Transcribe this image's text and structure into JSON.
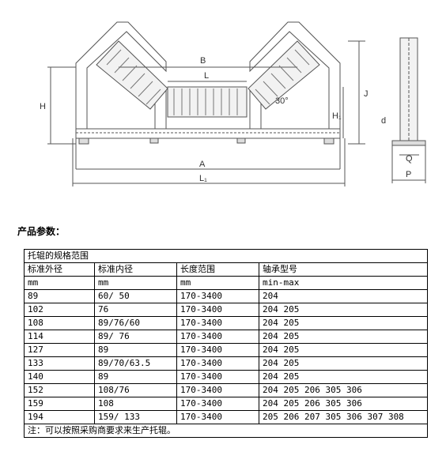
{
  "drawing": {
    "labels": {
      "B": "B",
      "L": "L",
      "angle": "30°",
      "H": "H",
      "H1": "H₁",
      "A": "A",
      "L1": "L₁",
      "J": "J",
      "d": "d",
      "Q": "Q",
      "P": "P"
    }
  },
  "section_title": "产品参数：",
  "table": {
    "title": "托辊的规格范围",
    "headers": [
      "标准外径",
      "标准内径",
      "长度范围",
      "轴承型号"
    ],
    "units": [
      "mm",
      "mm",
      "mm",
      "min-max"
    ],
    "rows": [
      [
        "89",
        "60/ 50",
        "170-3400",
        "204"
      ],
      [
        "102",
        "76",
        "170-3400",
        "204 205"
      ],
      [
        "108",
        "89/76/60",
        "170-3400",
        "204 205"
      ],
      [
        "114",
        "89/ 76",
        "170-3400",
        "204 205"
      ],
      [
        "127",
        "89",
        "170-3400",
        "204 205"
      ],
      [
        "133",
        "89/70/63.5",
        "170-3400",
        "204 205"
      ],
      [
        "140",
        "89",
        "170-3400",
        "204 205"
      ],
      [
        "152",
        "108/76",
        "170-3400",
        "204 205 206 305 306"
      ],
      [
        "159",
        "108",
        "170-3400",
        "204 205 206 305 306"
      ],
      [
        "194",
        "159/ 133",
        "170-3400",
        "205 206 207 305 306 307 308"
      ]
    ],
    "note": "注：可以按照采购商要求来生产托辊。"
  }
}
